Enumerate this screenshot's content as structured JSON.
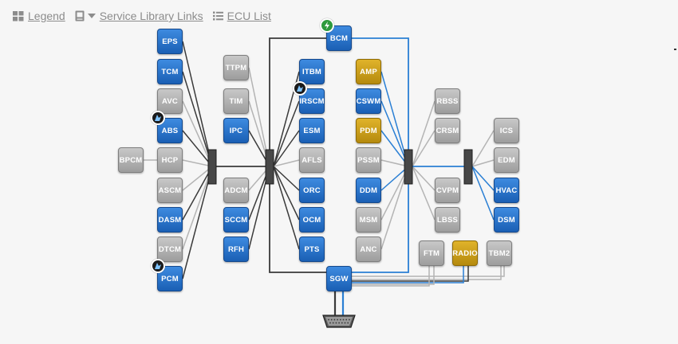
{
  "toolbar": {
    "legend_label": "Legend",
    "service_library_label": "Service Library Links",
    "ecu_list_label": "ECU List"
  },
  "colors": {
    "blue": "#1a5fb4",
    "gray": "#a0a0a0",
    "gold": "#c49a12",
    "line_dark": "#3a3a3a",
    "line_gray": "#b4b4b4",
    "line_blue": "#2a7fd4"
  },
  "ecus": [
    {
      "id": "EPS",
      "label": "EPS",
      "color": "blue"
    },
    {
      "id": "TCM",
      "label": "TCM",
      "color": "blue"
    },
    {
      "id": "AVC",
      "label": "AVC",
      "color": "gray"
    },
    {
      "id": "ABS",
      "label": "ABS",
      "color": "blue",
      "badge": "black"
    },
    {
      "id": "HCP",
      "label": "HCP",
      "color": "gray"
    },
    {
      "id": "ASCM",
      "label": "ASCM",
      "color": "gray"
    },
    {
      "id": "DASM",
      "label": "DASM",
      "color": "blue"
    },
    {
      "id": "DTCM",
      "label": "DTCM",
      "color": "gray"
    },
    {
      "id": "PCM",
      "label": "PCM",
      "color": "blue",
      "badge": "black"
    },
    {
      "id": "BPCM",
      "label": "BPCM",
      "color": "gray"
    },
    {
      "id": "TTPM",
      "label": "TTPM",
      "color": "gray"
    },
    {
      "id": "TIM",
      "label": "TIM",
      "color": "gray"
    },
    {
      "id": "IPC",
      "label": "IPC",
      "color": "blue"
    },
    {
      "id": "ADCM",
      "label": "ADCM",
      "color": "gray"
    },
    {
      "id": "SCCM",
      "label": "SCCM",
      "color": "blue"
    },
    {
      "id": "RFH",
      "label": "RFH",
      "color": "blue"
    },
    {
      "id": "BCM",
      "label": "BCM",
      "color": "blue",
      "badge": "green"
    },
    {
      "id": "ITBM",
      "label": "ITBM",
      "color": "blue"
    },
    {
      "id": "IRSCM",
      "label": "IRSCM",
      "color": "blue",
      "badge": "black"
    },
    {
      "id": "ESM",
      "label": "ESM",
      "color": "blue"
    },
    {
      "id": "AFLS",
      "label": "AFLS",
      "color": "gray"
    },
    {
      "id": "ORC",
      "label": "ORC",
      "color": "blue"
    },
    {
      "id": "OCM",
      "label": "OCM",
      "color": "blue"
    },
    {
      "id": "PTS",
      "label": "PTS",
      "color": "blue"
    },
    {
      "id": "SGW",
      "label": "SGW",
      "color": "blue"
    },
    {
      "id": "AMP",
      "label": "AMP",
      "color": "gold"
    },
    {
      "id": "CSWM",
      "label": "CSWM",
      "color": "blue"
    },
    {
      "id": "PDM",
      "label": "PDM",
      "color": "gold"
    },
    {
      "id": "PSSM",
      "label": "PSSM",
      "color": "gray"
    },
    {
      "id": "DDM",
      "label": "DDM",
      "color": "blue"
    },
    {
      "id": "MSM",
      "label": "MSM",
      "color": "gray"
    },
    {
      "id": "ANC",
      "label": "ANC",
      "color": "gray"
    },
    {
      "id": "RBSS",
      "label": "RBSS",
      "color": "gray"
    },
    {
      "id": "CRSM",
      "label": "CRSM",
      "color": "gray"
    },
    {
      "id": "CVPM",
      "label": "CVPM",
      "color": "gray"
    },
    {
      "id": "LBSS",
      "label": "LBSS",
      "color": "gray"
    },
    {
      "id": "ICS",
      "label": "ICS",
      "color": "gray"
    },
    {
      "id": "EDM",
      "label": "EDM",
      "color": "gray"
    },
    {
      "id": "HVAC",
      "label": "HVAC",
      "color": "blue"
    },
    {
      "id": "DSM",
      "label": "DSM",
      "color": "blue"
    },
    {
      "id": "FTM",
      "label": "FTM",
      "color": "gray"
    },
    {
      "id": "RADIO",
      "label": "RADIO",
      "color": "gold"
    },
    {
      "id": "TBM2",
      "label": "TBM2",
      "color": "gray"
    }
  ]
}
